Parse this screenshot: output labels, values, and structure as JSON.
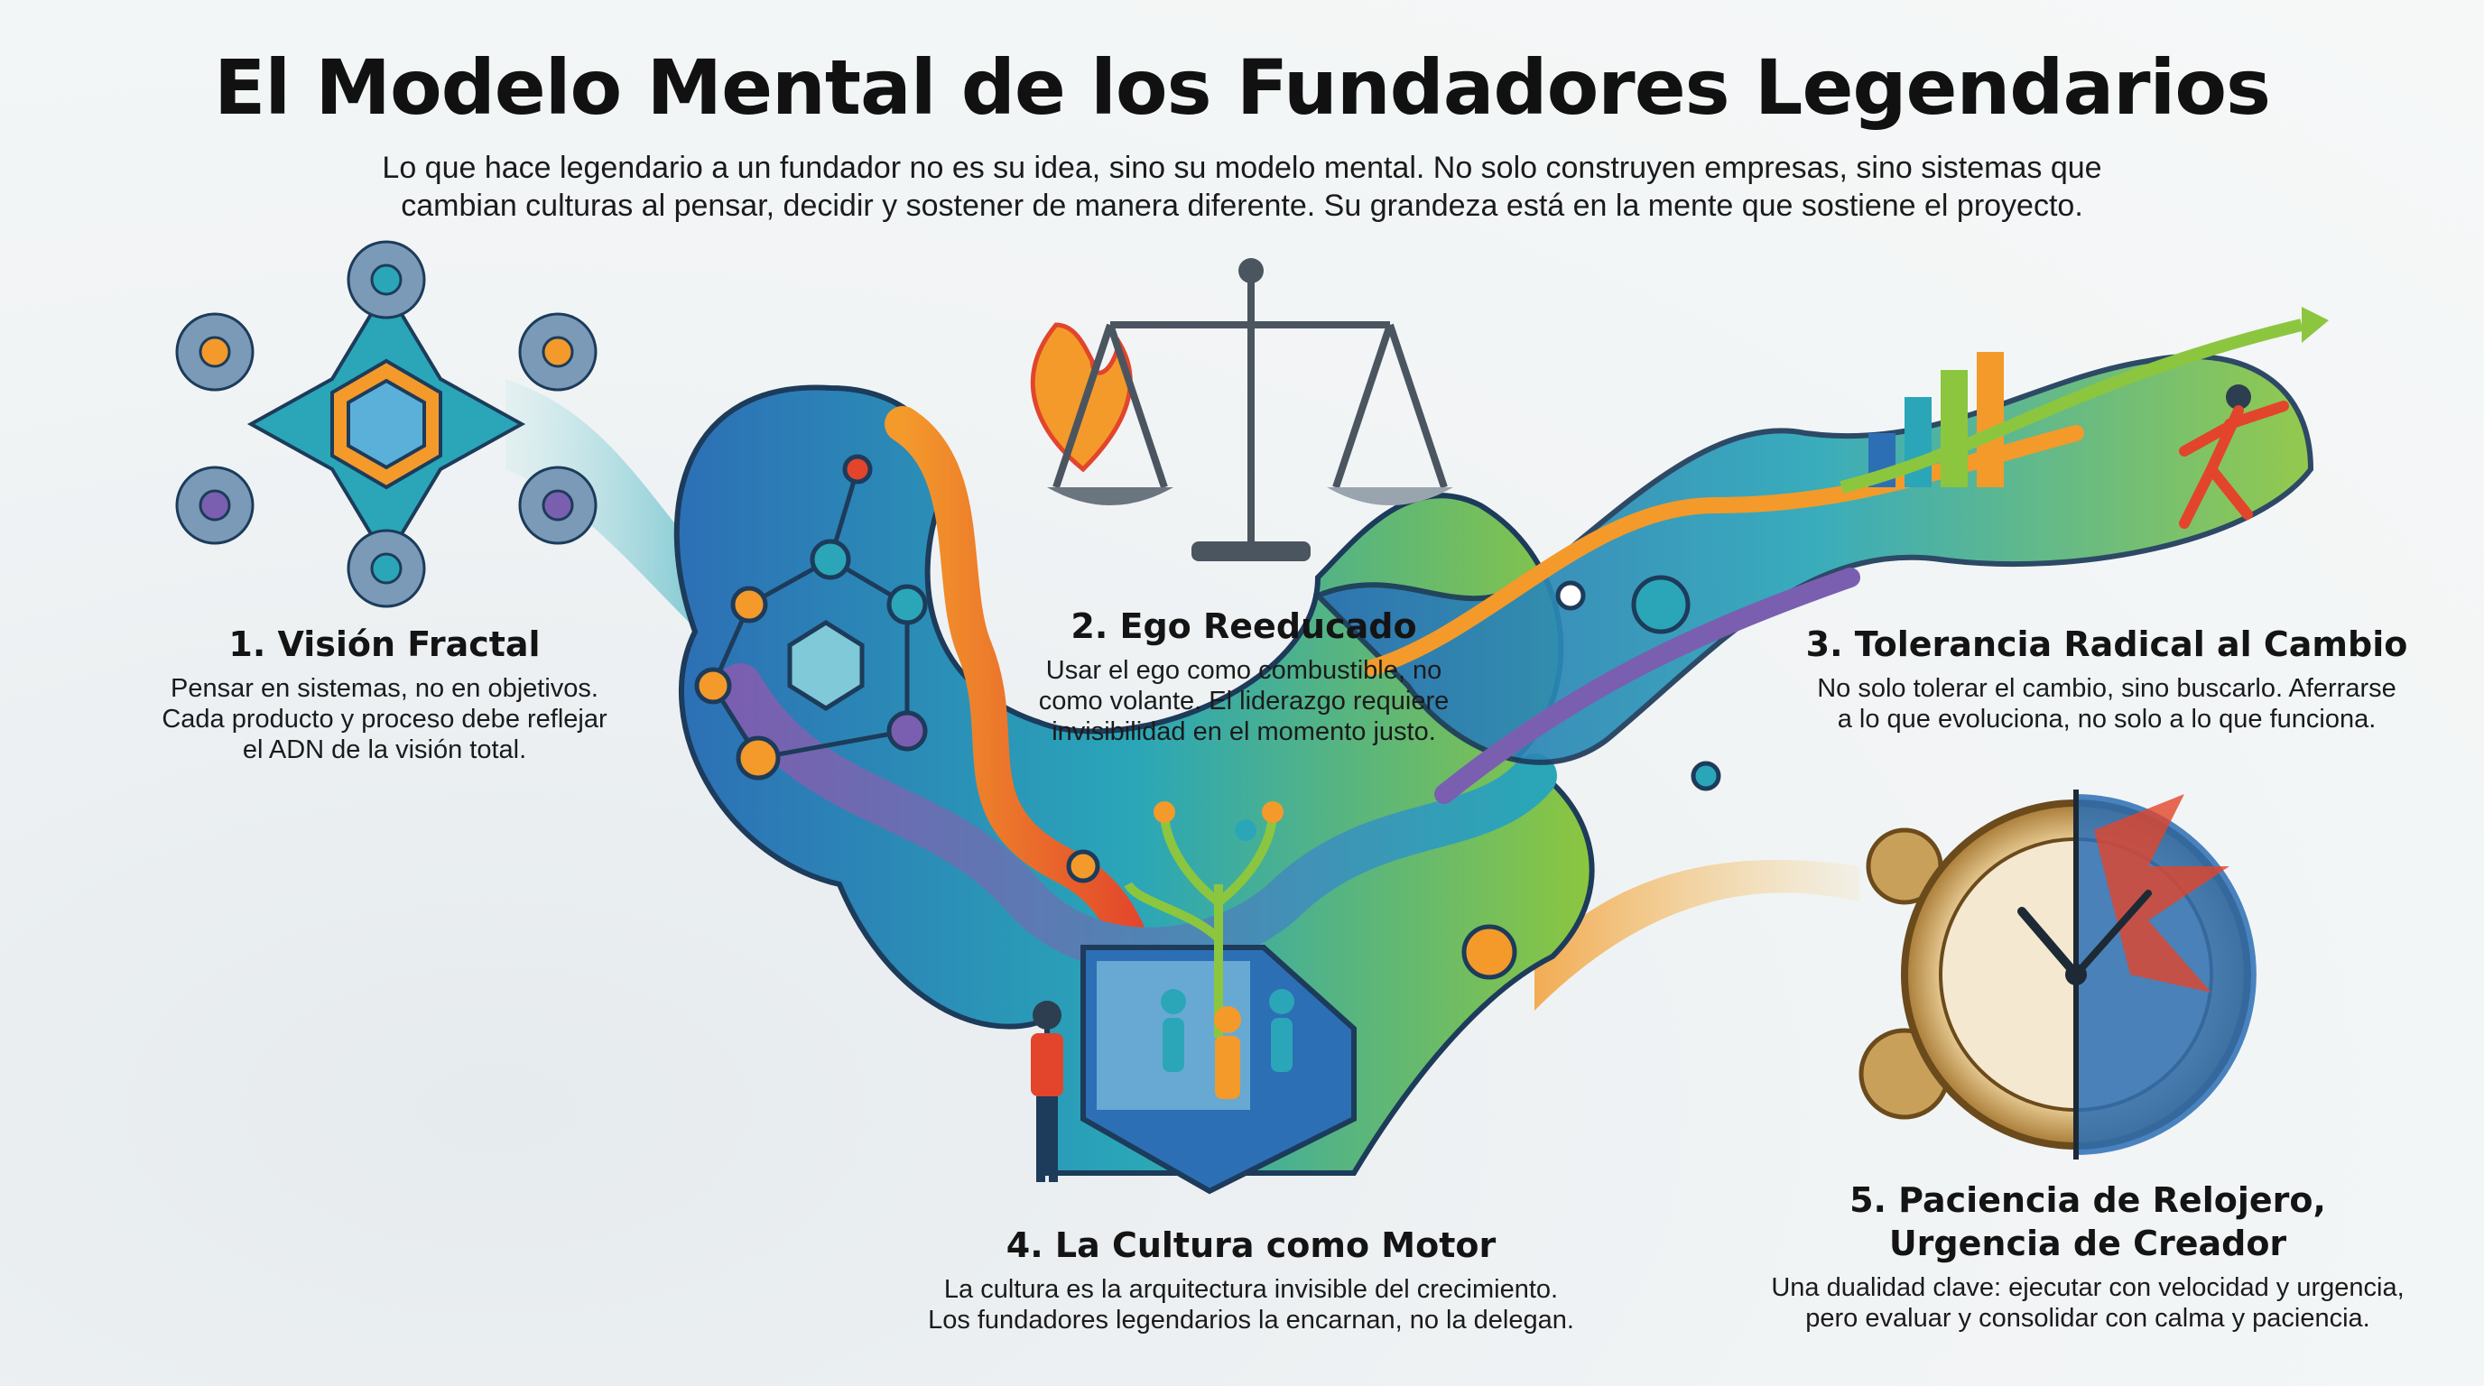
{
  "title": "El Modelo Mental de los Fundadores Legendarios",
  "subtitle": {
    "line1": "Lo que hace legendario a un fundador no es su idea, sino su modelo mental. No solo construyen empresas, sino sistemas que",
    "line2": "cambian culturas al pensar, decidir y sostener de manera diferente. Su grandeza está en la mente que sostiene el proyecto."
  },
  "sections": [
    {
      "title": "1. Visión Fractal",
      "lines": [
        "Pensar en sistemas, no en objetivos.",
        "Cada producto y proceso debe reflejar",
        "el ADN de la visión total."
      ],
      "icon": "fractal-icon"
    },
    {
      "title": "2. Ego Reeducado",
      "lines": [
        "Usar el ego como combustible, no",
        "como volante. El liderazgo requiere",
        "invisibilidad en el momento justo."
      ],
      "icon": "scale-flame-icon"
    },
    {
      "title": "3. Tolerancia Radical al Cambio",
      "lines": [
        "No solo tolerar el cambio, sino buscarlo. Aferrarse",
        "a lo que evoluciona, no solo a lo que funciona."
      ],
      "icon": "growth-wave-icon"
    },
    {
      "title": "4. La Cultura como Motor",
      "lines": [
        "La cultura es la arquitectura invisible del crecimiento.",
        "Los fundadores legendarios la encarnan, no la delegan."
      ],
      "icon": "culture-cube-icon"
    },
    {
      "title_line1": "5. Paciencia de Relojero,",
      "title_line2": "Urgencia de Creador",
      "lines": [
        "Una dualidad clave: ejecutar con velocidad y urgencia,",
        "pero evaluar y consolidar con calma y paciencia."
      ],
      "icon": "clock-icon"
    }
  ],
  "colors": {
    "teal": "#2aa6b8",
    "blue": "#2c6fb5",
    "orange": "#f39a2b",
    "purple": "#7a5fb0",
    "green": "#8cc63f",
    "red": "#e2452b"
  }
}
